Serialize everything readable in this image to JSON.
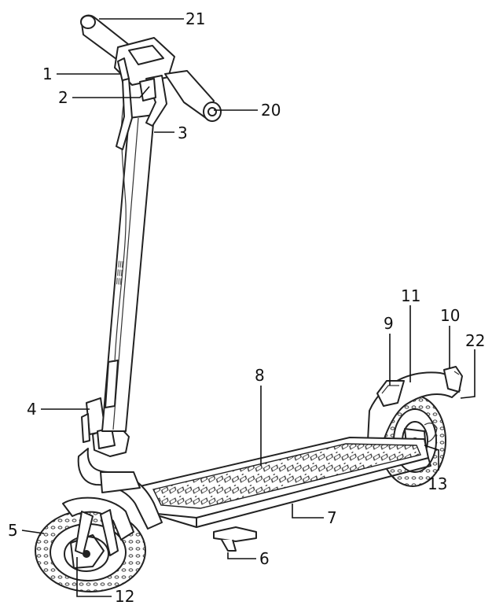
{
  "callouts": [
    {
      "id": "c21",
      "text": "21"
    },
    {
      "id": "c1",
      "text": "1"
    },
    {
      "id": "c2",
      "text": "2"
    },
    {
      "id": "c20",
      "text": "20"
    },
    {
      "id": "c3",
      "text": "3"
    },
    {
      "id": "c11",
      "text": "11"
    },
    {
      "id": "c10",
      "text": "10"
    },
    {
      "id": "c9",
      "text": "9"
    },
    {
      "id": "c22",
      "text": "22"
    },
    {
      "id": "c8",
      "text": "8"
    },
    {
      "id": "c4",
      "text": "4"
    },
    {
      "id": "c13",
      "text": "13"
    },
    {
      "id": "c7",
      "text": "7"
    },
    {
      "id": "c6",
      "text": "6"
    },
    {
      "id": "c5",
      "text": "5"
    },
    {
      "id": "c12",
      "text": "12"
    }
  ]
}
